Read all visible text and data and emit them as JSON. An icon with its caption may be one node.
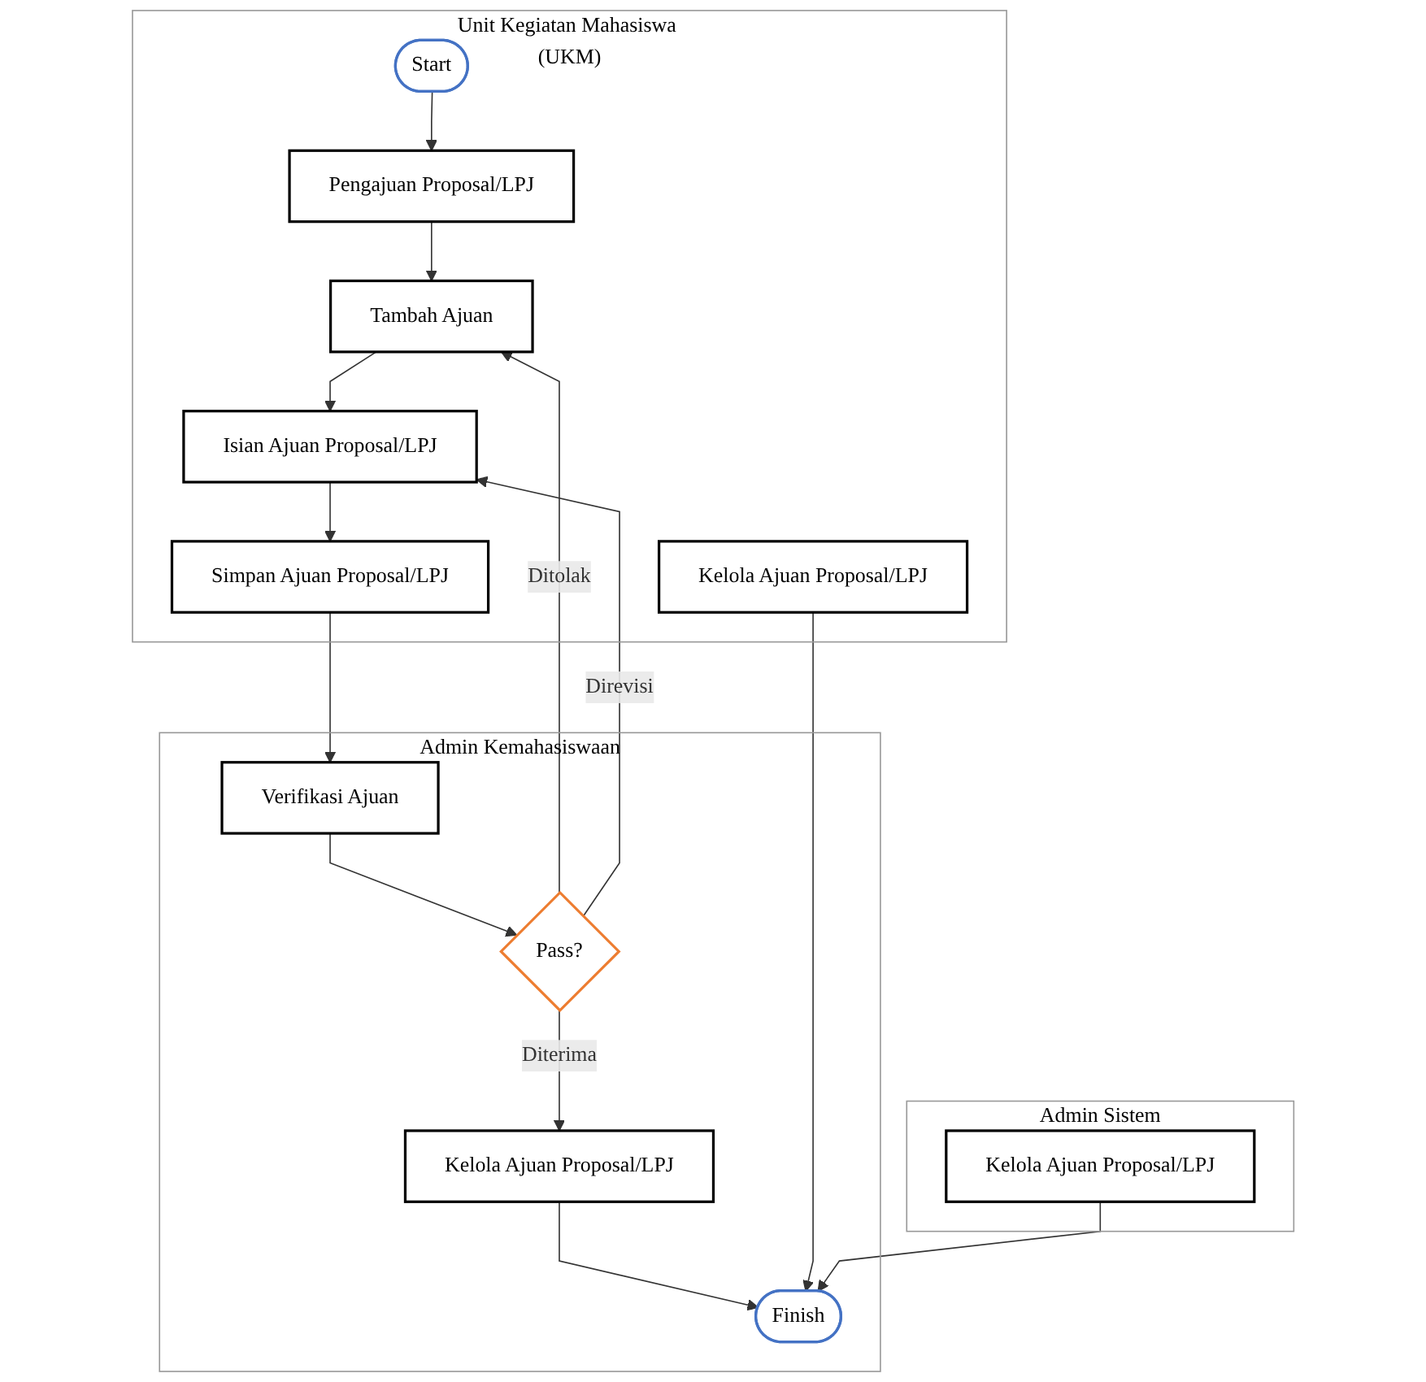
{
  "diagram": {
    "nodes": [
      {
        "text": [
          "Unit Kegiatan Mahasiswa (UKM)"
        ]
      },
      {
        "text": [
          "Admin Kemahasiswaan"
        ]
      },
      {
        "text": [
          "Admin Sistem"
        ]
      },
      {
        "text": [
          "Start"
        ],
        "in": 0
      },
      {
        "text": [
          "Pengajuan Proposal/LPJ"
        ],
        "in": 0
      },
      {
        "text": [
          "Tambah Ajuan"
        ],
        "in": 0
      },
      {
        "text": [
          "Isian Ajuan Proposal/LPJ"
        ],
        "in": 0
      },
      {
        "text": [
          "Simpan Ajuan Proposal/LPJ"
        ],
        "in": 0
      },
      {
        "text": [
          "Kelola Ajuan Proposal/LPJ"
        ],
        "in": 0
      },
      {
        "text": [
          "Verifikasi Ajuan"
        ],
        "in": 1
      },
      {
        "text": [
          "Pass?"
        ],
        "in": 1
      },
      {
        "text": [
          "Kelola Ajuan Proposal/LPJ"
        ],
        "in": 1
      },
      {
        "text": [
          "Finish"
        ],
        "in": 1
      },
      {
        "text": [
          "Kelola Ajuan Proposal/LPJ"
        ],
        "in": 2
      }
    ],
    "edges": [
      {
        "from": 3,
        "to": 4,
        "arrow": "to"
      },
      {
        "from": 4,
        "to": 5,
        "arrow": "to"
      },
      {
        "from": 5,
        "to": 6,
        "arrow": "to"
      },
      {
        "from": 6,
        "to": 7,
        "arrow": "to"
      },
      {
        "from": 7,
        "to": 9,
        "arrow": "to"
      },
      {
        "from": 9,
        "to": 10,
        "arrow": "to"
      },
      {
        "from": 10,
        "to": 5,
        "arrow": "to",
        "label": "Ditolak"
      },
      {
        "from": 10,
        "to": 6,
        "arrow": "to",
        "label": "Direvisi"
      },
      {
        "from": 10,
        "to": 11,
        "arrow": "to",
        "label": "Diterima"
      },
      {
        "from": 11,
        "to": 12,
        "arrow": "to"
      },
      {
        "from": 8,
        "to": 12,
        "arrow": "to"
      },
      {
        "from": 13,
        "to": 12,
        "arrow": "to"
      }
    ]
  }
}
